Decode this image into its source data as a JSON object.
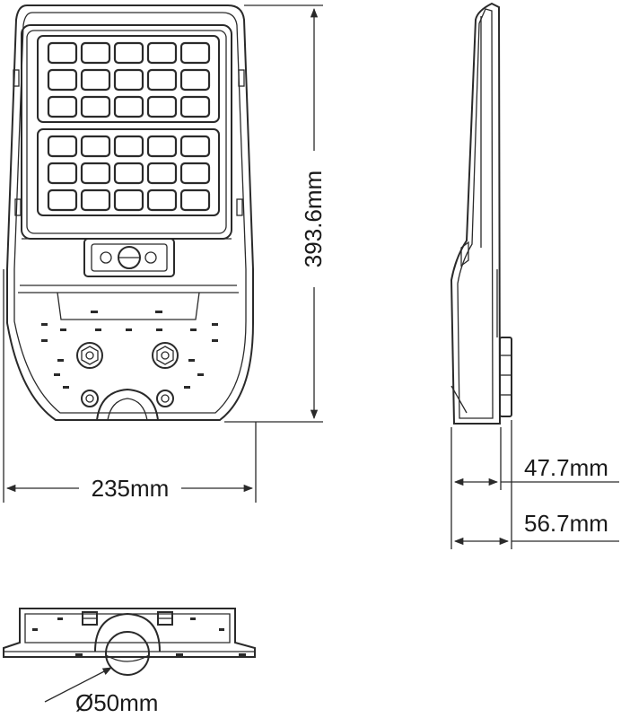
{
  "dimensions": {
    "height": "393.6mm",
    "width": "235mm",
    "depth_bracket": "47.7mm",
    "depth_total": "56.7mm",
    "pole_diameter": "Ø50mm"
  },
  "colors": {
    "line": "#2a2a2a",
    "background": "#ffffff"
  },
  "solar_panel": {
    "upper_grid": {
      "rows": 3,
      "cols": 5
    },
    "lower_grid": {
      "rows": 3,
      "cols": 5
    }
  }
}
